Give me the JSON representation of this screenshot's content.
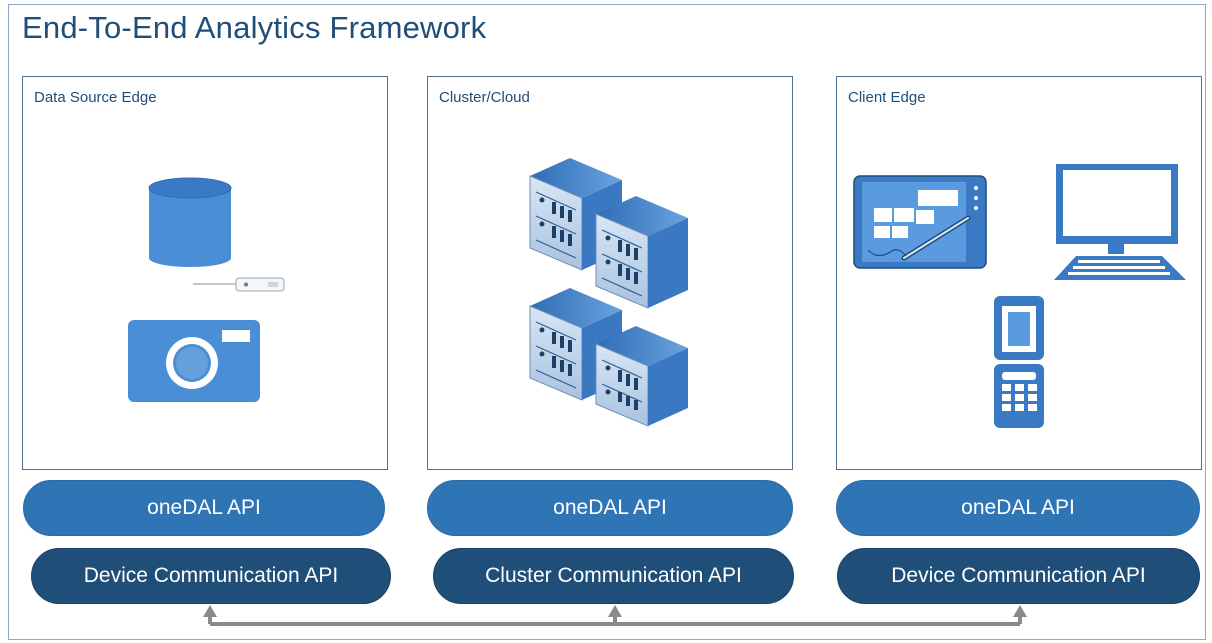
{
  "title": "End-To-End Analytics Framework",
  "panels": [
    {
      "label": "Data Source Edge",
      "api": "oneDAL API",
      "comm": "Device Communication API"
    },
    {
      "label": "Cluster/Cloud",
      "api": "oneDAL API",
      "comm": "Cluster Communication API"
    },
    {
      "label": "Client Edge",
      "api": "oneDAL API",
      "comm": "Device Communication API"
    }
  ],
  "colors": {
    "icon_blue": "#4a8fd6",
    "api_pill": "#2f75b5",
    "comm_pill": "#1f4e79",
    "connector": "#8a8a8a"
  },
  "icons": {
    "data_source": [
      "database-icon",
      "sensor-icon",
      "camera-icon"
    ],
    "cluster": [
      "server-rack-icon"
    ],
    "client": [
      "tablet-icon",
      "desktop-monitor-icon",
      "mobile-phone-icon"
    ]
  }
}
